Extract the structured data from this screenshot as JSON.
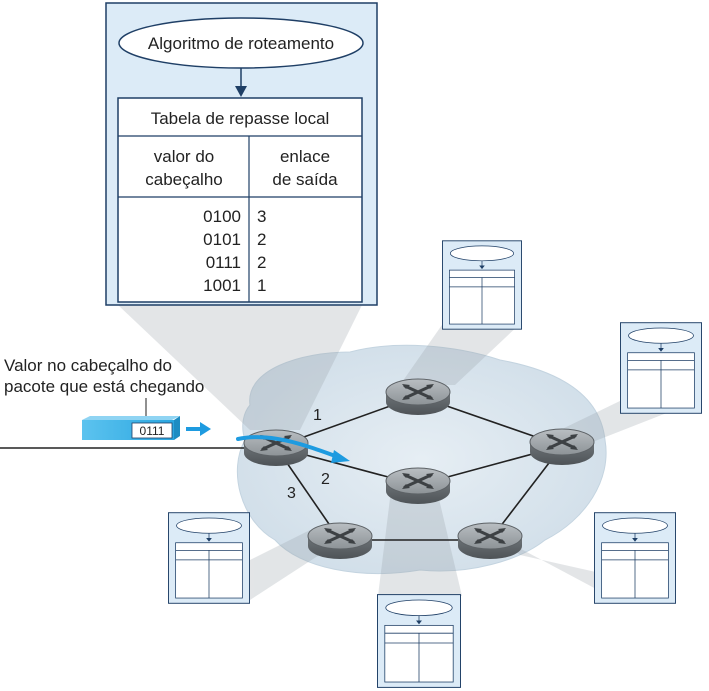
{
  "routing": {
    "algorithm_label": "Algoritmo de roteamento",
    "table_title": "Tabela de repasse local",
    "col_header_value": [
      "valor do",
      "cabeçalho"
    ],
    "col_header_link": [
      "enlace",
      "de saída"
    ],
    "rows": [
      {
        "value": "0100",
        "link": "3"
      },
      {
        "value": "0101",
        "link": "2"
      },
      {
        "value": "0111",
        "link": "2"
      },
      {
        "value": "1001",
        "link": "1"
      }
    ]
  },
  "packet": {
    "caption_line1": "Valor no cabeçalho do",
    "caption_line2": "pacote que está chegando",
    "header_value": "0111"
  },
  "links": {
    "link1": "1",
    "link2": "2",
    "link3": "3"
  },
  "colors": {
    "panel_fill": "#dcebf7",
    "panel_stroke": "#1f3f66",
    "network_cloud": "#dde8f0",
    "packet_blue": "#3fb0e6",
    "arrow_blue": "#1e9be0",
    "router_gray": "#8a8f93"
  }
}
